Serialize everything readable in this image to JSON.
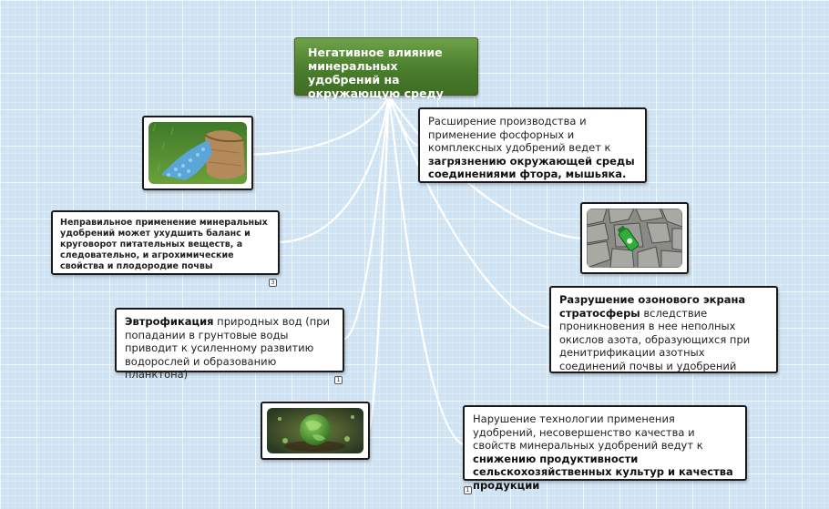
{
  "colors": {
    "root_fill": "#4a7d2c",
    "node_border": "#1a1a1a",
    "connector": "#ffffff",
    "background": "#cfe3f3"
  },
  "root": {
    "title": "Негативное влияние минеральных удобрений на окружающую среду"
  },
  "nodes": {
    "misuse": {
      "text": "Неправильное применение минеральных удобрений может ухудшить баланс и круговорот питательных веществ, а следовательно, и агрохимические свойства и плодородие почвы",
      "badge": "3"
    },
    "eutroph": {
      "bold": "Эвтрофикация",
      "text": " природных вод (при попадании в грунтовые воды приводит к усиленному развитию водорослей и образованию планктона)",
      "badge": "1"
    },
    "fluorine": {
      "text": "Расширение производства и применение фосфорных и комплексных удобрений ведет к ",
      "bold": "загрязнению окружающей среды соединениями фтора, мышьяка."
    },
    "ozone": {
      "bold": "Разрушение озонового экрана стратосферы",
      "text": " вследствие проникновения в нее неполных окислов азота, образующихся при денитрификации азотных соединений почвы и удобрений"
    },
    "productivity": {
      "text": "Нарушение технологии применения удобрений, несовершенство качества и свойств минеральных удобрений ведут к ",
      "bold": "снижению продуктивности сельскохозяйственных культур и качества продукции",
      "badge": "1"
    }
  },
  "images": {
    "sack": "fertilizer-sack-image",
    "stones": "cracked-stones-image",
    "globe": "green-globe-image"
  }
}
